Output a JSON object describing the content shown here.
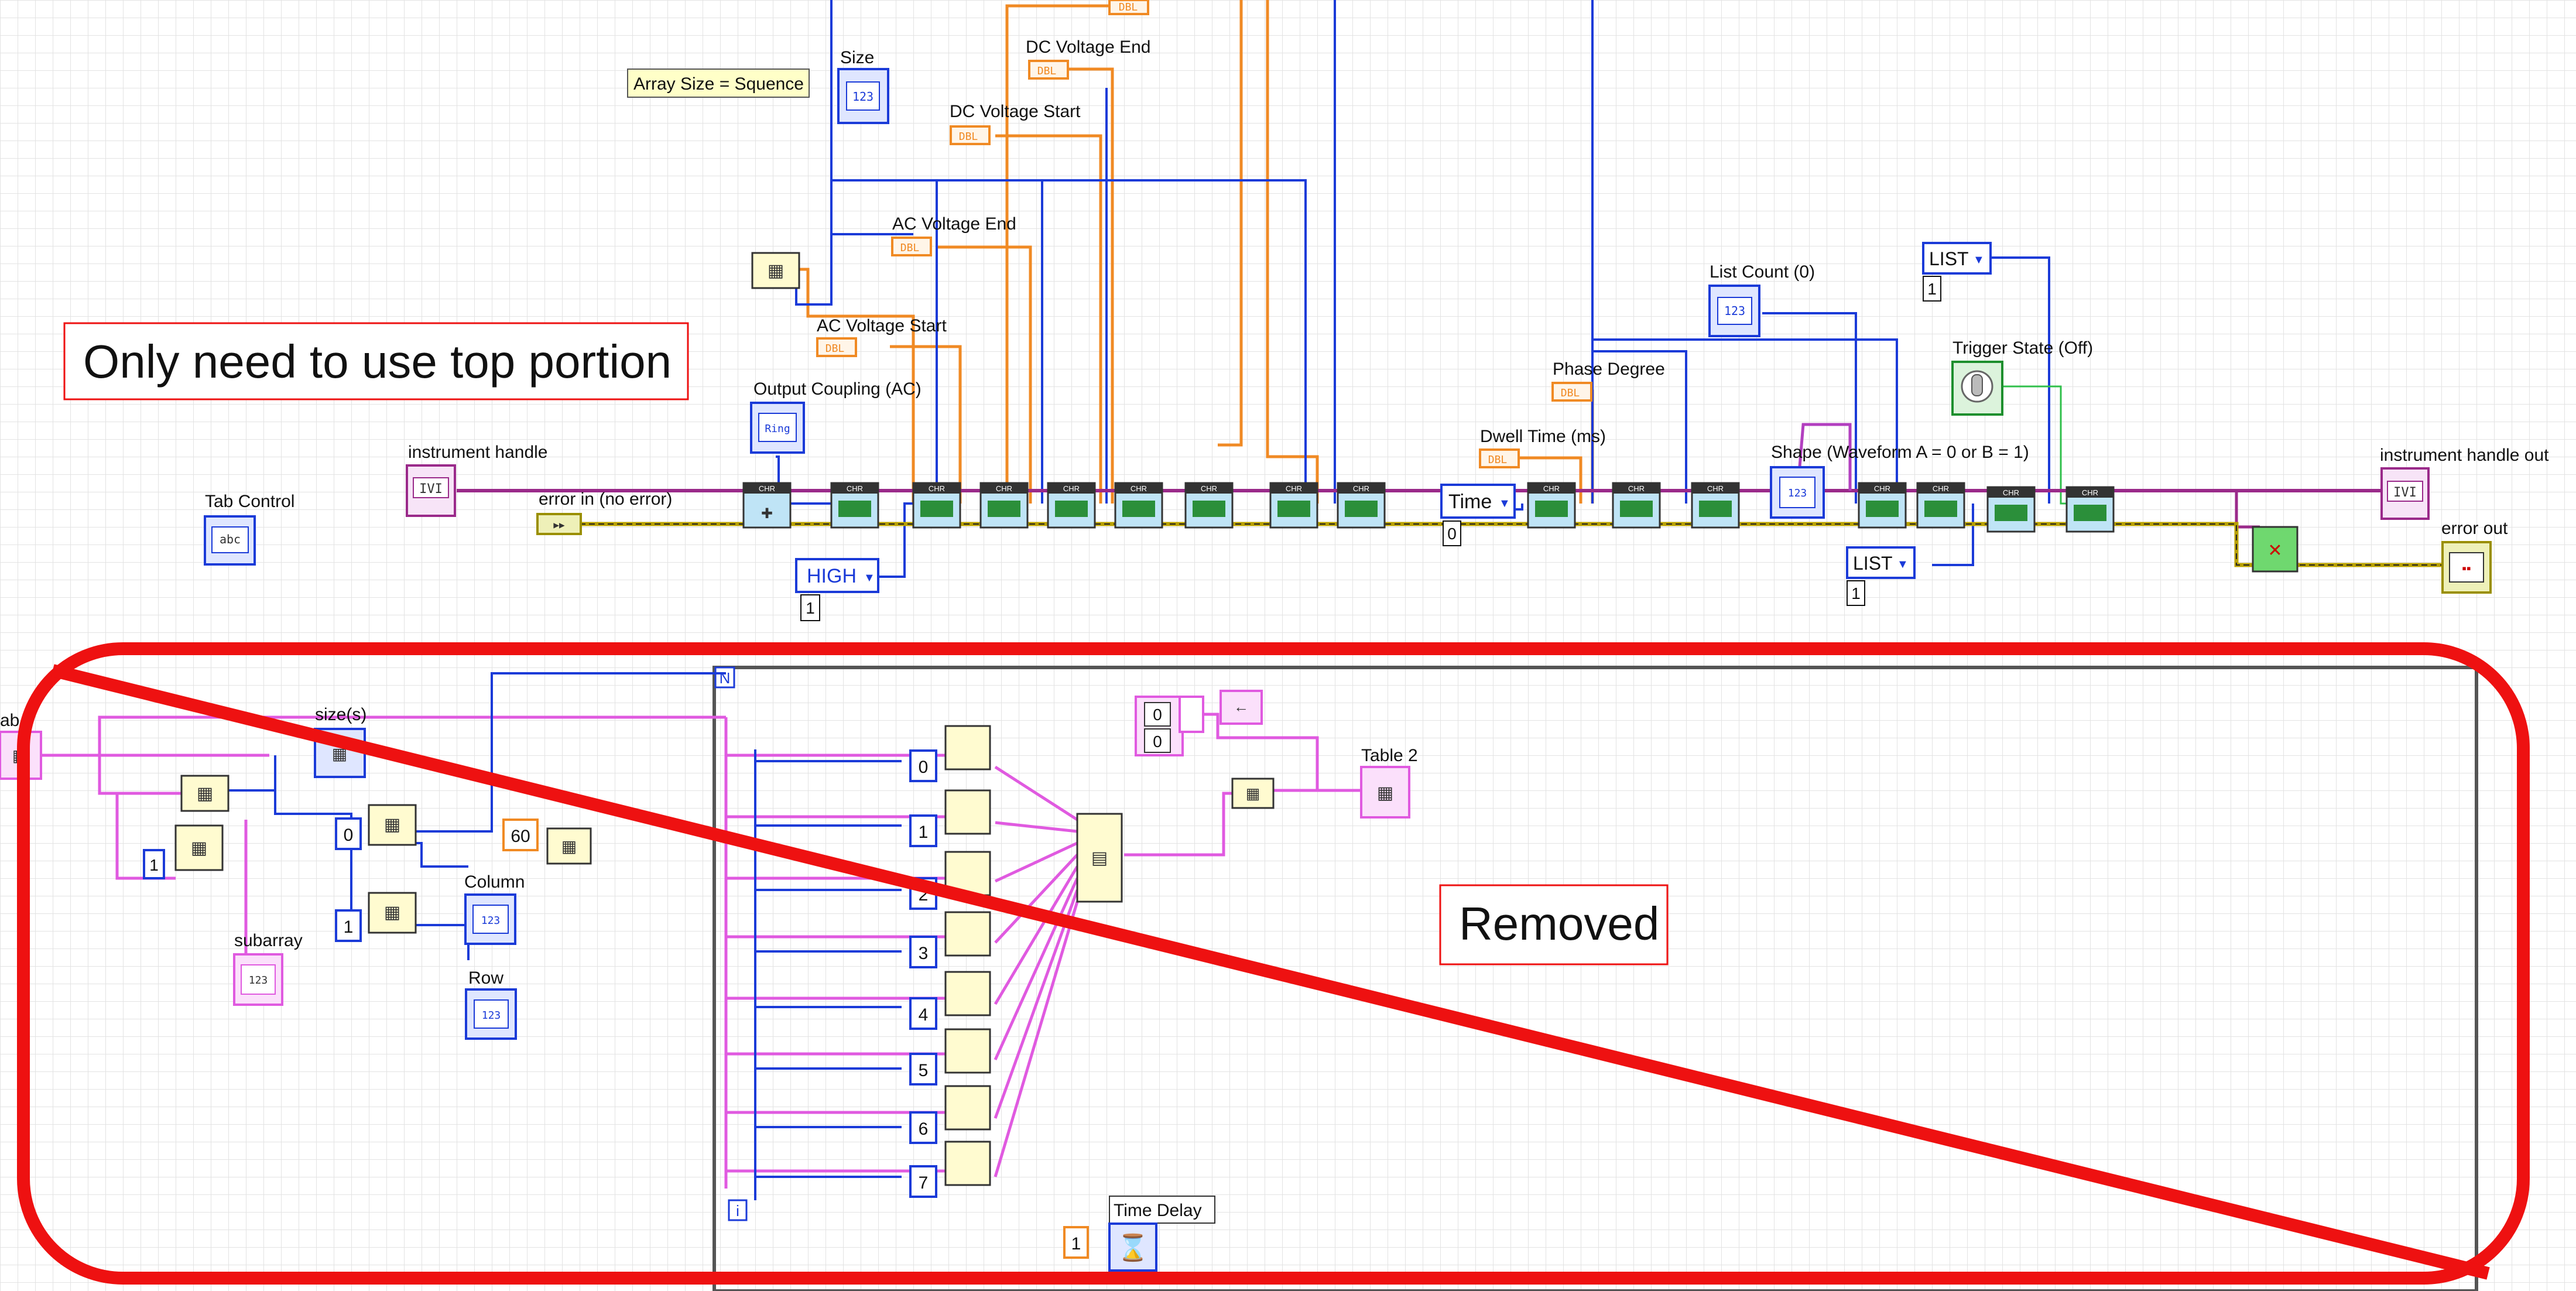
{
  "labels": {
    "size": "Size",
    "array_size_note": "Array Size = Squence",
    "dc_voltage_end": "DC Voltage End",
    "dc_voltage_start": "DC Voltage Start",
    "ac_voltage_end": "AC Voltage End",
    "ac_voltage_start": "AC Voltage Start",
    "output_coupling": "Output Coupling (AC)",
    "instrument_handle": "instrument handle",
    "tab_control": "Tab Control",
    "error_in": "error in (no error)",
    "list_count": "List Count (0)",
    "trigger_state": "Trigger State (Off)",
    "phase_degree": "Phase Degree",
    "dwell_time": "Dwell Time (ms)",
    "shape": "Shape (Waveform A = 0 or B = 1)",
    "instrument_handle_out": "instrument handle out",
    "error_out": "error out",
    "size_s": "size(s)",
    "tab_partial": "ab",
    "subarray": "subarray",
    "column": "Column",
    "row": "Row",
    "table2": "Table 2",
    "time_delay": "Time Delay"
  },
  "annotations": {
    "top_note": "Only need to use top portion",
    "removed_note": "Removed"
  },
  "constants": {
    "dbl": "DBL",
    "i123": "123",
    "ring": "Ring",
    "abc": "abc",
    "ivi": "IVI",
    "err": "▶▶",
    "high": "HIGH",
    "high_val": "1",
    "time": "Time",
    "time_val": "0",
    "list1": "LIST",
    "list1_val": "1",
    "list2": "LIST",
    "list2_val": "1",
    "n_terminal": "N",
    "i_terminal": "i",
    "idx_vals": [
      "0",
      "1",
      "2",
      "3",
      "4",
      "5",
      "6",
      "7"
    ],
    "const_0": "0",
    "const_1": "1",
    "const_0b": "0",
    "const_1b": "1",
    "const_60": "60",
    "const_delay": "1",
    "arr_0a": "0",
    "arr_0b": "0",
    "chr_label": "CHR"
  },
  "colors": {
    "dbl_wire": "#f08a24",
    "int_wire": "#1b3bd8",
    "cluster_wire": "#d64bd8",
    "error_wire": "#b9a100",
    "annotation_red": "#ee1111"
  }
}
